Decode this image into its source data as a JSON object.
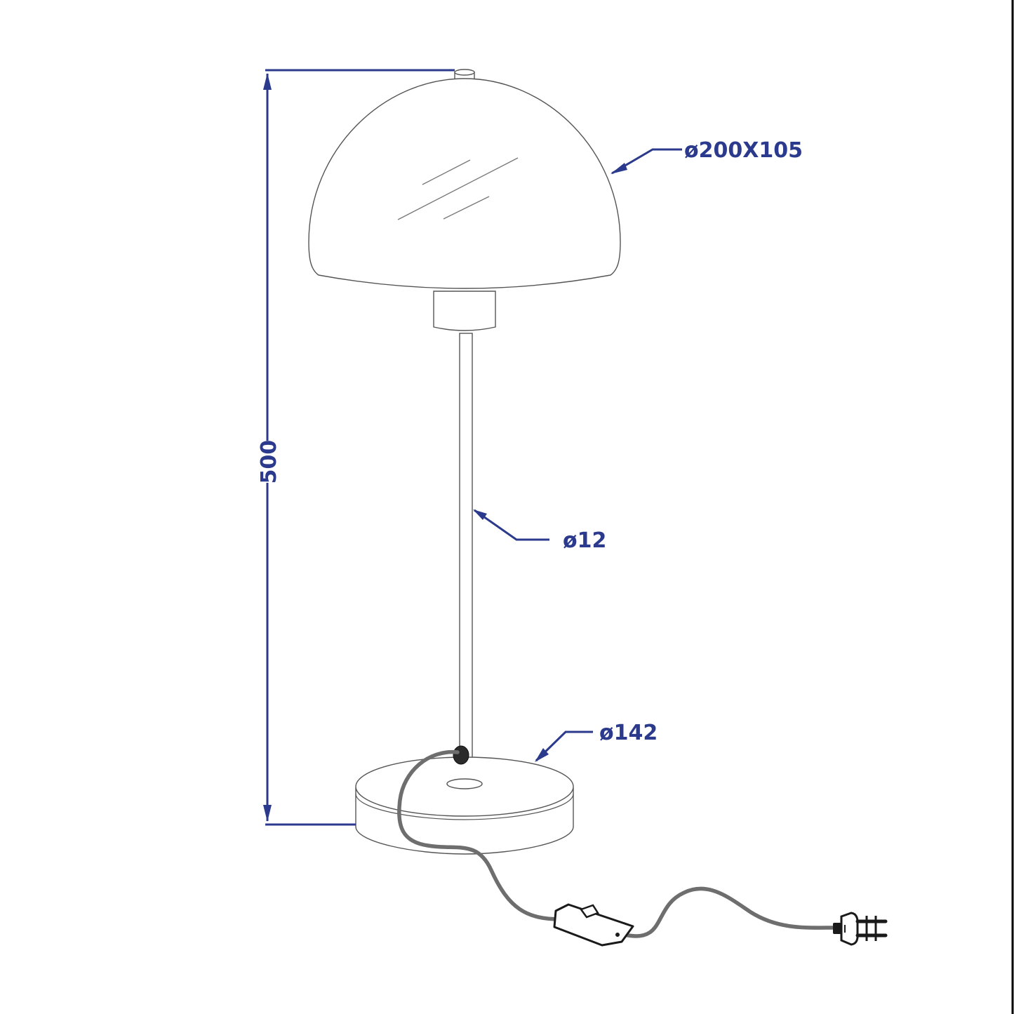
{
  "dimensions": {
    "height": "500",
    "shade": "ø200X105",
    "rod": "ø12",
    "base": "ø142"
  },
  "colors": {
    "dimension_line": "#2b3a8c",
    "outline": "#555555",
    "cable": "#6e6e6e"
  }
}
